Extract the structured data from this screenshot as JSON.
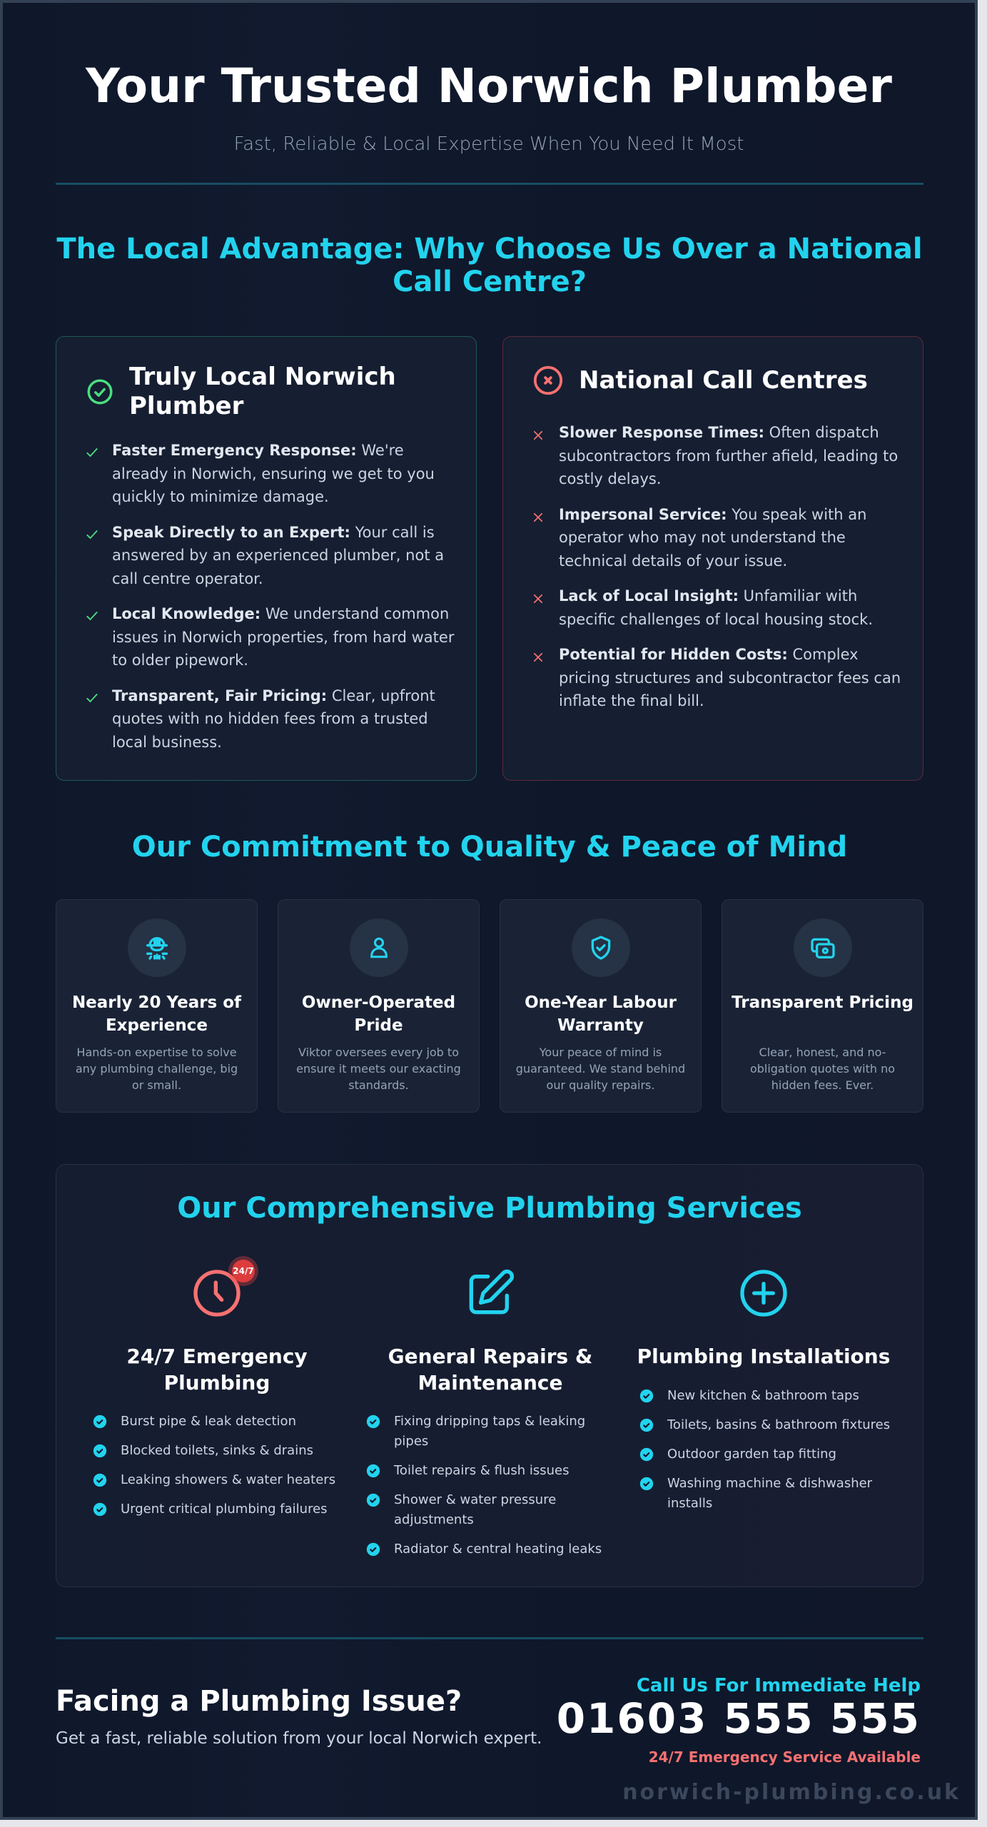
{
  "header": {
    "title": "Your Trusted Norwich Plumber",
    "subtitle": "Fast, Reliable & Local Expertise When You Need It Most"
  },
  "comparison": {
    "title": "The Local Advantage: Why Choose Us Over a National Call Centre?",
    "local": {
      "heading": "Truly Local Norwich Plumber",
      "icon": "check-circle-icon",
      "items": [
        {
          "bold": "Faster Emergency Response:",
          "text": " We're already in Norwich, ensuring we get to you quickly to minimize damage."
        },
        {
          "bold": "Speak Directly to an Expert:",
          "text": " Your call is answered by an experienced plumber, not a call centre operator."
        },
        {
          "bold": "Local Knowledge:",
          "text": " We understand common issues in Norwich properties, from hard water to older pipework."
        },
        {
          "bold": "Transparent, Fair Pricing:",
          "text": " Clear, upfront quotes with no hidden fees from a trusted local business."
        }
      ]
    },
    "national": {
      "heading": "National Call Centres",
      "icon": "x-circle-icon",
      "items": [
        {
          "bold": "Slower Response Times:",
          "text": " Often dispatch subcontractors from further afield, leading to costly delays."
        },
        {
          "bold": "Impersonal Service:",
          "text": " You speak with an operator who may not understand the technical details of your issue."
        },
        {
          "bold": "Lack of Local Insight:",
          "text": " Unfamiliar with specific challenges of local housing stock."
        },
        {
          "bold": "Potential for Hidden Costs:",
          "text": " Complex pricing structures and subcontractor fees can inflate the final bill."
        }
      ]
    }
  },
  "commitment": {
    "title": "Our Commitment to Quality & Peace of Mind",
    "cards": [
      {
        "icon": "experience-icon",
        "title": "Nearly 20 Years of Experience",
        "desc": "Hands-on expertise to solve any plumbing challenge, big or small."
      },
      {
        "icon": "user-icon",
        "title": "Owner-Operated Pride",
        "desc": "Viktor oversees every job to ensure it meets our exacting standards."
      },
      {
        "icon": "shield-check-icon",
        "title": "One-Year Labour Warranty",
        "desc": "Your peace of mind is guaranteed. We stand behind our quality repairs."
      },
      {
        "icon": "cash-icon",
        "title": "Transparent Pricing",
        "desc": "Clear, honest, and no-obligation quotes with no hidden fees. Ever."
      }
    ]
  },
  "services": {
    "title": "Our Comprehensive Plumbing Services",
    "columns": [
      {
        "icon": "clock-icon",
        "badge": "24/7",
        "name": "24/7 Emergency Plumbing",
        "items": [
          "Burst pipe & leak detection",
          "Blocked toilets, sinks & drains",
          "Leaking showers & water heaters",
          "Urgent critical plumbing failures"
        ]
      },
      {
        "icon": "edit-icon",
        "name": "General Repairs & Maintenance",
        "items": [
          "Fixing dripping taps & leaking pipes",
          "Toilet repairs & flush issues",
          "Shower & water pressure adjustments",
          "Radiator & central heating leaks"
        ]
      },
      {
        "icon": "plus-circle-icon",
        "name": "Plumbing Installations",
        "items": [
          "New kitchen & bathroom taps",
          "Toilets, basins & bathroom fixtures",
          "Outdoor garden tap fitting",
          "Washing machine & dishwasher installs"
        ]
      }
    ]
  },
  "cta": {
    "title": "Facing a Plumbing Issue?",
    "subtitle": "Get a fast, reliable solution from your local Norwich expert.",
    "call_label": "Call Us For Immediate Help",
    "phone": "01603 555 555",
    "emergency": "24/7 Emergency Service Available",
    "website": "norwich-plumbing.co.uk"
  },
  "colors": {
    "background": "#0f172a",
    "accent": "#22d3ee",
    "positive": "#4ade80",
    "negative": "#f87171",
    "text": "#e2e8f0",
    "muted": "#94a3b8"
  }
}
